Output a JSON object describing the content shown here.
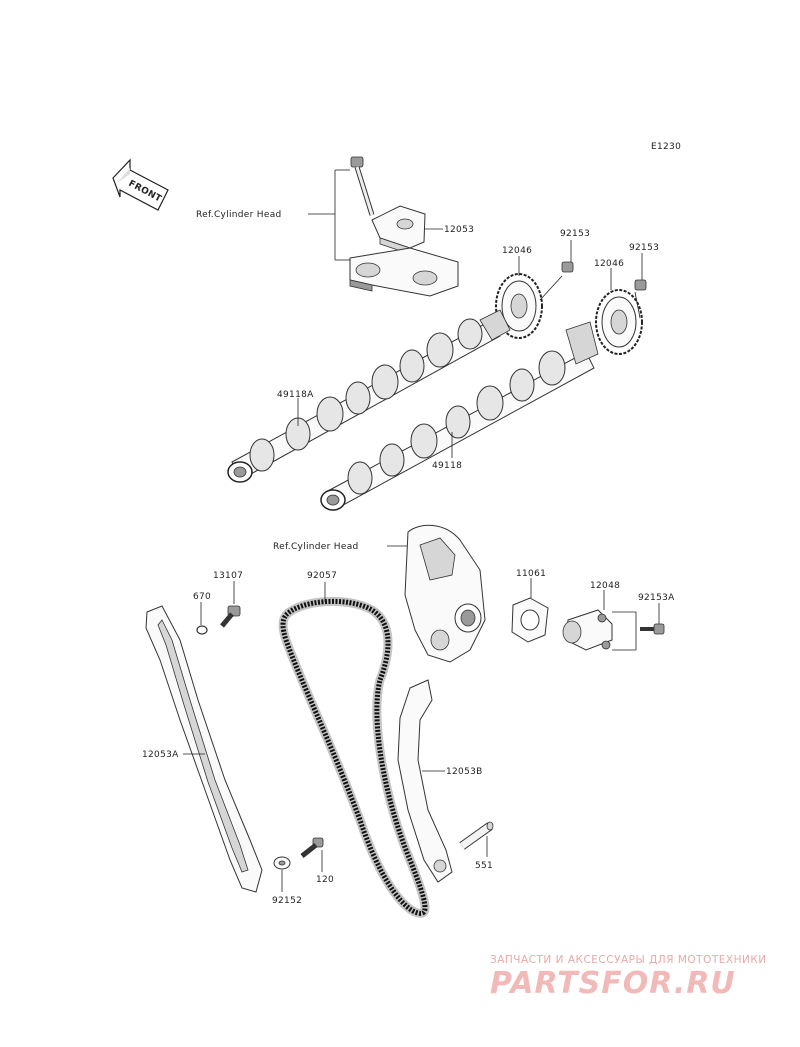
{
  "diagram": {
    "code": "E1230",
    "front_label": "FRONT",
    "refs": {
      "cylinder_head_top": "Ref.Cylinder Head",
      "cylinder_head_bottom": "Ref.Cylinder Head"
    },
    "part_numbers": {
      "p12053": "12053",
      "p12046_left": "12046",
      "p92153_left": "92153",
      "p12046_right": "12046",
      "p92153_right": "92153",
      "p49118A": "49118A",
      "p49118": "49118",
      "p13107": "13107",
      "p670": "670",
      "p92057": "92057",
      "p11061": "11061",
      "p12048": "12048",
      "p92153A": "92153A",
      "p12053A": "12053A",
      "p12053B": "12053B",
      "p120": "120",
      "p92152": "92152",
      "p551": "551"
    }
  },
  "watermark": {
    "tagline": "ЗАПЧАСТИ И АКСЕССУАРЫ ДЛЯ МОТОТЕХНИКИ",
    "logo": "PARTSFOR.RU"
  }
}
